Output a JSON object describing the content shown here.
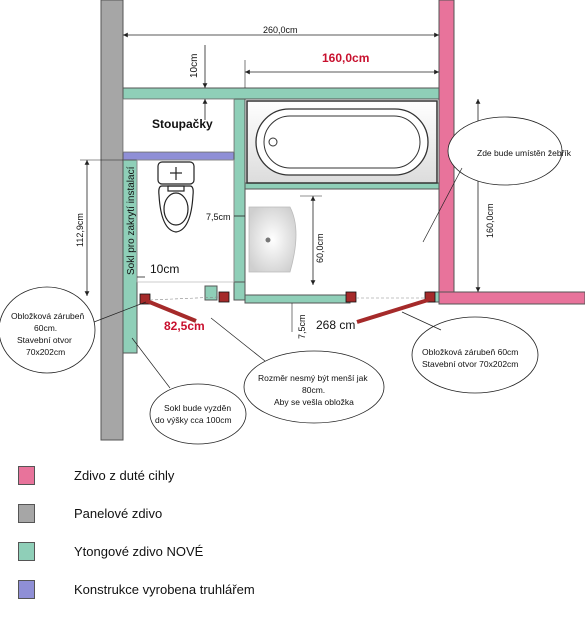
{
  "colors": {
    "hollow_brick": "#e8739b",
    "panel": "#a6a6a6",
    "ytong": "#8fcfb8",
    "carpentry": "#8f8fd6",
    "door": "#a52a2a",
    "red_text": "#c8102e"
  },
  "dimensions": {
    "total_width": "260,0cm",
    "bath_length": "160,0cm",
    "wall_10cm": "10cm",
    "height_112": "112,9cm",
    "height_160": "160,0cm",
    "sink_60": "60,0cm",
    "gap_75_top": "7,5cm",
    "gap_75_bottom": "7,5cm",
    "wc_10cm": "10cm",
    "opening_825": "82,5cm",
    "corridor_268": "268 cm"
  },
  "labels": {
    "riser": "Stoupačky",
    "sokl_vertical": "Sokl pro zakrytí instalací"
  },
  "callouts": {
    "ladder": "Zde bude umístěn žebřík",
    "frame_left": [
      "Obložková zárubeň",
      "60cm.",
      "Stavební otvor",
      "70x202cm"
    ],
    "sokl_height": [
      "Sokl bude vyzděn",
      "do výšky cca 100cm"
    ],
    "min_size": [
      "Rozměr nesmý být menší jak",
      "80cm.",
      "Aby se vešla obložka"
    ],
    "frame_right": [
      "Obložková zárubeň 60cm",
      "Stavební otvor 70x202cm"
    ]
  },
  "legend": [
    {
      "color": "#e8739b",
      "label": "Zdivo z duté cihly"
    },
    {
      "color": "#a6a6a6",
      "label": "Panelové zdivo"
    },
    {
      "color": "#8fcfb8",
      "label": "Ytongové zdivo NOVÉ"
    },
    {
      "color": "#8f8fd6",
      "label": "Konstrukce vyrobena truhlářem"
    }
  ]
}
